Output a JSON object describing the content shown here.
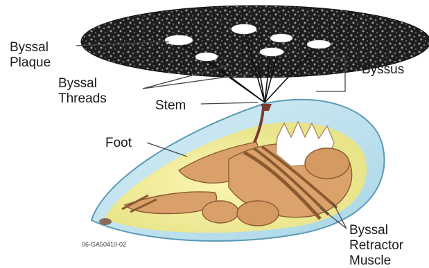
{
  "labels": {
    "byssal_plaque_line1": "Byssal",
    "byssal_plaque_line2": "Plaque",
    "byssal_threads_line1": "Byssal",
    "byssal_threads_line2": "Threads",
    "stem": "Stem",
    "byssus": "Byssus",
    "foot": "Foot",
    "retractor_line1": "Byssal",
    "retractor_line2": "Retractor",
    "retractor_line3": "Muscle"
  },
  "figure_code": "06-GA50410-02",
  "colors": {
    "substrate": "#1e1e1e",
    "substrate_spots": "#8a8a8a",
    "plaque": "#ffffff",
    "shell_fill": "#bfe3ef",
    "shell_edge": "#5a9ab5",
    "mantle": "#f5f0a0",
    "tissue": "#d9a06a",
    "tissue_dark": "#8a5a30",
    "stem": "#7a3a30"
  }
}
